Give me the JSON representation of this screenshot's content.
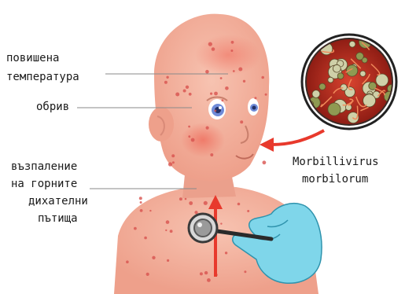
{
  "labels": {
    "fever_line1": "повишена",
    "fever_line2": "температура",
    "rash": "обрив",
    "inflammation_line1": "възпаление",
    "inflammation_line2": "на горните",
    "inflammation_line3": "дихателни",
    "inflammation_line4": "пътища",
    "virus_line1": "Morbillivirus",
    "virus_line2": "morbilorum"
  },
  "colors": {
    "skin": "#f3b3a1",
    "skin_shadow": "#e79a86",
    "rash_spot": "#d9534f",
    "arrow": "#e8392c",
    "glove": "#7fd6ea",
    "virus_bg": "#b3261e",
    "virus_particle": "#c8c9a4",
    "leader_line": "#8a8a8a"
  },
  "icons": [
    "stethoscope-icon",
    "gloved-hand-icon",
    "virus-magnifier-icon"
  ]
}
